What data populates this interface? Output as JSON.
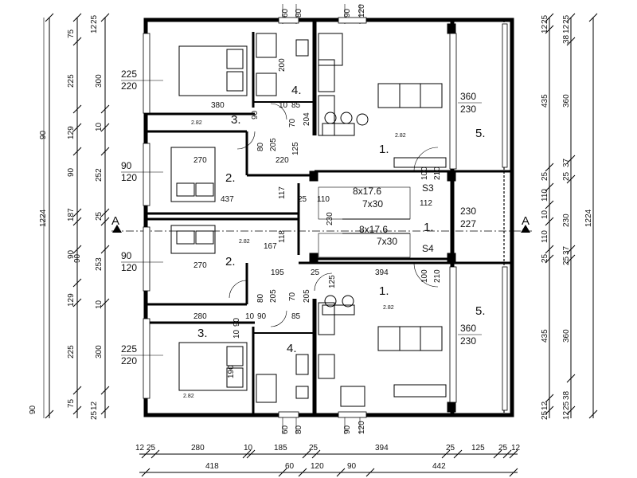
{
  "section_label": "A",
  "level_mark": "2.82",
  "rooms": [
    {
      "id": "top-bedroom-1",
      "num": "3."
    },
    {
      "id": "top-bedroom-2",
      "num": "2."
    },
    {
      "id": "top-bath",
      "num": "4."
    },
    {
      "id": "top-living",
      "num": "1."
    },
    {
      "id": "top-balcony",
      "num": "5."
    },
    {
      "id": "bot-bedroom-2",
      "num": "2."
    },
    {
      "id": "bot-bedroom-1",
      "num": "3."
    },
    {
      "id": "bot-bath",
      "num": "4."
    },
    {
      "id": "bot-living",
      "num": "1."
    },
    {
      "id": "bot-balcony",
      "num": "5."
    },
    {
      "id": "stair-hall",
      "num": "1."
    }
  ],
  "window_tags": {
    "w225": "225",
    "w220": "220",
    "w90": "90",
    "w120": "120",
    "w360": "360",
    "w230": "230"
  },
  "stair": {
    "s3": "S3",
    "s4": "S4",
    "top_flight": "8x17.6",
    "top_tread": "7x30",
    "bot_flight": "8x17.6",
    "bot_tread": "7x30",
    "d100": "100",
    "d210": "210",
    "d112": "112"
  },
  "left_dims_outer": [
    "25",
    "12",
    "75",
    "225",
    "300",
    "90",
    "129",
    "10",
    "90",
    "252",
    "187",
    "25",
    "90",
    "90",
    "253",
    "129",
    "10",
    "225",
    "300",
    "75",
    "12",
    "25",
    "90"
  ],
  "left_total": "1224",
  "right_dims_outer": [
    "25",
    "12",
    "25",
    "12",
    "38",
    "435",
    "360",
    "25",
    "37",
    "25",
    "110",
    "10",
    "230",
    "110",
    "25",
    "37",
    "25",
    "435",
    "360",
    "12",
    "25",
    "25",
    "38",
    "12"
  ],
  "right_total": "1224",
  "bottom_row1": [
    "12",
    "25",
    "280",
    "10",
    "185",
    "25",
    "394",
    "25",
    "125",
    "25",
    "12"
  ],
  "bottom_row2": [
    "418",
    "60",
    "120",
    "90",
    "442"
  ],
  "top_dims": [
    "60",
    "80",
    "90",
    "120"
  ],
  "bottom_wall_dims": [
    "60",
    "80",
    "90",
    "120"
  ],
  "interior_dims": {
    "d380": "380",
    "d270a": "270",
    "d220": "220",
    "d437": "437",
    "d117": "117",
    "d25a": "25",
    "d110": "110",
    "d230": "230",
    "d118": "118",
    "d167": "167",
    "d270b": "270",
    "d195": "195",
    "d25b": "25",
    "d394": "394",
    "d280": "280",
    "d200": "200",
    "d10a": "10",
    "d85a": "85",
    "d204": "204",
    "d70a": "70",
    "d90a": "90",
    "d80a": "80",
    "d205a": "205",
    "d125a": "125",
    "d80b": "80",
    "d205b": "205",
    "d70b": "70",
    "d205c": "205",
    "d125b": "125",
    "d10b": "10",
    "d90b": "90",
    "d85b": "85",
    "d10c": "10",
    "d90c": "90",
    "d190": "190",
    "d227": "227",
    "d230b": "230"
  }
}
